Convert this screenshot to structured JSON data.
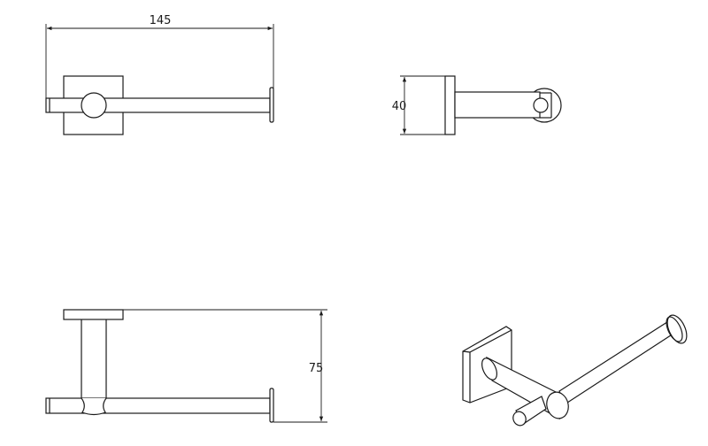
{
  "drawing": {
    "top_view": {
      "width_dimension": "145"
    },
    "side_view": {
      "height_dimension": "40"
    },
    "front_view": {
      "depth_dimension": "75"
    },
    "line_color": "#1a1a1a",
    "background": "#ffffff"
  }
}
